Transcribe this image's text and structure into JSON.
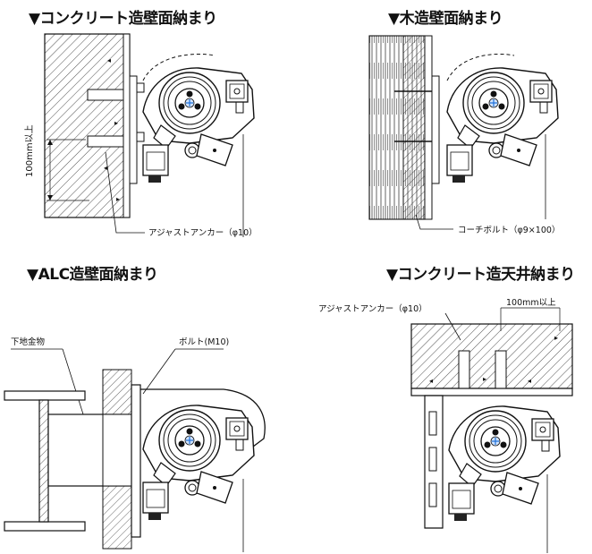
{
  "panels": {
    "concrete_wall": {
      "title": "▼コンクリート造壁面納まり",
      "label_spacing": "100mm以上",
      "label_anchor": "アジャストアンカー（φ10）"
    },
    "wood_wall": {
      "title": "▼木造壁面納まり",
      "label_bolt": "コーチボルト（φ9×100）"
    },
    "alc_wall": {
      "title": "▼ALC造壁面納まり",
      "label_base": "下地金物",
      "label_bolt": "ボルト(M10)"
    },
    "concrete_ceiling": {
      "title": "▼コンクリート造天井納まり",
      "label_anchor": "アジャストアンカー（φ10）",
      "label_spacing": "100mm以上"
    }
  }
}
